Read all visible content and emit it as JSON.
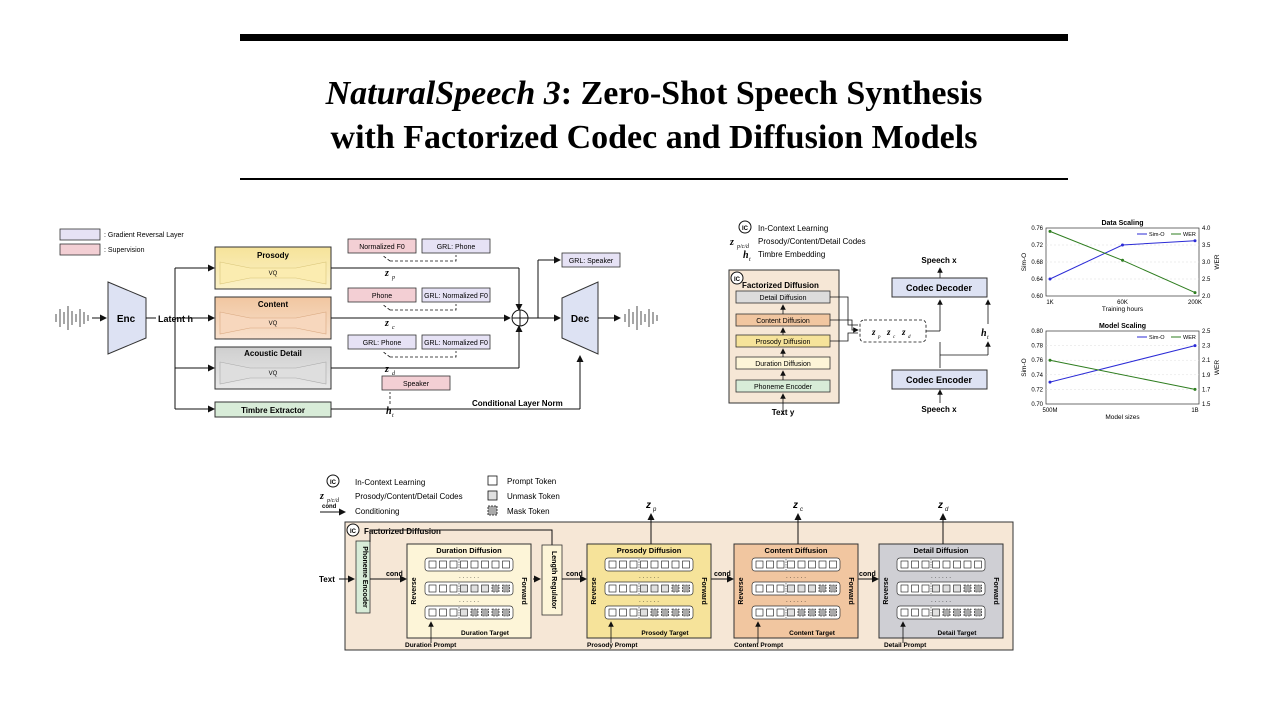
{
  "title": {
    "line1_italic": "NaturalSpeech 3",
    "line1_rest": ": Zero-Shot Speech Synthesis",
    "line2": "with Factorized Codec and Diffusion Models"
  },
  "codec_figure": {
    "legend": [
      ": Gradient Reversal Layer",
      ": Supervision"
    ],
    "enc": "Enc",
    "dec": "Dec",
    "latent": "Latent h",
    "prosody": "Prosody",
    "content": "Content",
    "acoustic_detail": "Acoustic Detail",
    "vq": "VQ",
    "timbre_extractor": "Timbre Extractor",
    "normalized_f0": "Normalized F0",
    "grl_phone": "GRL: Phone",
    "phone": "Phone",
    "grl_normalized_f0": "GRL: Normalized F0",
    "speaker": "Speaker",
    "grl_speaker": "GRL: Speaker",
    "zp": "z",
    "zp_sub": "p",
    "zc": "z",
    "zc_sub": "c",
    "zd": "z",
    "zd_sub": "d",
    "ht": "h",
    "ht_sub": "t",
    "cond_layer_norm": "Conditional Layer Norm"
  },
  "overview_figure": {
    "ic_symbol": "IC",
    "legend_icl": "In-Context Learning",
    "legend_codes_sym": "z",
    "legend_codes_sub": "p/c/d",
    "legend_codes": "Prosody/Content/Detail Codes",
    "legend_timbre_sym": "h",
    "legend_timbre_sub": "t",
    "legend_timbre": "Timbre Embedding",
    "factorized_diffusion": "Factorized Diffusion",
    "blocks": [
      "Detail Diffusion",
      "Content Diffusion",
      "Prosody Diffusion",
      "Duration Diffusion",
      "Phoneme Encoder"
    ],
    "text_y": "Text y",
    "codes_box": "z",
    "codes_subs": [
      "p",
      "c",
      "d"
    ],
    "ht": "h",
    "ht_sub": "t",
    "codec_decoder": "Codec Decoder",
    "codec_encoder": "Codec Encoder",
    "speech_x_top": "Speech x",
    "speech_x_bottom": "Speech x"
  },
  "chart_data": [
    {
      "type": "line",
      "title": "Data Scaling",
      "xlabel": "Training hours",
      "ylabel": "Sim-O",
      "y2label": "WER",
      "categories": [
        "1K",
        "60K",
        "200K"
      ],
      "ylim": [
        0.6,
        0.76
      ],
      "y2lim": [
        2.0,
        4.0
      ],
      "yticks": [
        "0.76",
        "0.72",
        "0.68",
        "0.64",
        "0.60"
      ],
      "y2ticks": [
        "4.0",
        "3.5",
        "3.0",
        "2.5",
        "2.0"
      ],
      "series": [
        {
          "name": "Sim-O",
          "axis": "left",
          "color": "#2b2bd6",
          "values": [
            0.64,
            0.72,
            0.73
          ]
        },
        {
          "name": "WER",
          "axis": "right",
          "color": "#2e7d1f",
          "values": [
            3.9,
            3.05,
            2.1
          ]
        }
      ]
    },
    {
      "type": "line",
      "title": "Model Scaling",
      "xlabel": "Model sizes",
      "ylabel": "Sim-O",
      "y2label": "WER",
      "categories": [
        "500M",
        "1B"
      ],
      "ylim": [
        0.7,
        0.8
      ],
      "y2lim": [
        1.5,
        2.5
      ],
      "yticks": [
        "0.80",
        "0.78",
        "0.76",
        "0.74",
        "0.72",
        "0.70"
      ],
      "y2ticks": [
        "2.5",
        "2.3",
        "2.1",
        "1.9",
        "1.7",
        "1.5"
      ],
      "series": [
        {
          "name": "Sim-O",
          "axis": "left",
          "color": "#2b2bd6",
          "values": [
            0.73,
            0.78
          ]
        },
        {
          "name": "WER",
          "axis": "right",
          "color": "#2e7d1f",
          "values": [
            2.1,
            1.7
          ]
        }
      ]
    }
  ],
  "diffusion_figure": {
    "ic_symbol": "IC",
    "legend_icl": "In-Context Learning",
    "legend_codes_sym": "z",
    "legend_codes_sub": "p/c/d",
    "legend_codes": "Prosody/Content/Detail Codes",
    "legend_cond_label": "cond",
    "legend_cond": "Conditioning",
    "legend_prompt": "Prompt Token",
    "legend_unmask": "Unmask Token",
    "legend_mask": "Mask Token",
    "factorized_diffusion": "Factorized Diffusion",
    "text": "Text",
    "phoneme_encoder": "Phoneme Encoder",
    "length_regulator": "Length Regulator",
    "cond": "cond",
    "reverse": "Reverse",
    "forward": "Forward",
    "dots": "· · · · · ·",
    "stages": [
      {
        "title": "Duration Diffusion",
        "target": "Duration Target",
        "prompt": "Duration Prompt",
        "out": "",
        "out_sub": ""
      },
      {
        "title": "Prosody Diffusion",
        "target": "Prosody Target",
        "prompt": "Prosody Prompt",
        "out": "z",
        "out_sub": "p"
      },
      {
        "title": "Content Diffusion",
        "target": "Content Target",
        "prompt": "Content Prompt",
        "out": "z",
        "out_sub": "c"
      },
      {
        "title": "Detail Diffusion",
        "target": "Detail Target",
        "prompt": "Detail Prompt",
        "out": "z",
        "out_sub": "d"
      }
    ]
  }
}
